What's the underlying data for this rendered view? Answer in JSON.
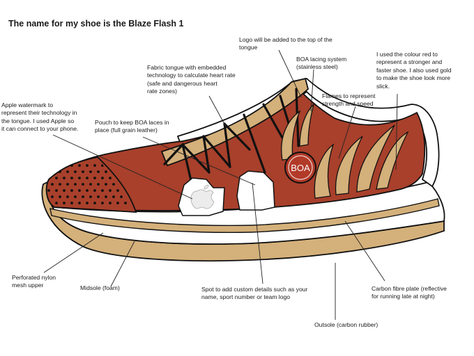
{
  "title": "The name for my shoe is the Blaze Flash 1",
  "boa_badge": "BOA",
  "colors": {
    "upper_red": "#a8402b",
    "gold": "#d4b07a",
    "outline": "#111111",
    "badge_red": "#b23a28"
  },
  "labels": {
    "logo": "Logo will be added to the top of the\ntongue",
    "boa": "BOA lacing system\n(stainless steel)",
    "colour": "I used the colour red to\nrepresent a stronger and\nfaster shoe. I also used gold\nto make the shoe look more\nslick.",
    "tongue": "Fabric tongue with embedded\ntechnology to calculate heart rate\n(safe and dangerous heart\nrate zones)",
    "flames": "Flames to represent\nstrength and speed",
    "apple": "Apple watermark to\nrepresent their technology in\nthe tongue. I used Apple so\nit can connect to your phone.",
    "pouch": "Pouch to keep BOA laces in\nplace (full grain leather)",
    "mesh": "Perforated nylon\nmesh upper",
    "midsole": "Midsole (foam)",
    "spot": "Spot to add custom details such as your\nname, sport number or team logo",
    "carbon": "Carbon fibre plate (reflective\nfor running late at night)",
    "outsole": "Outsole (carbon rubber)"
  }
}
